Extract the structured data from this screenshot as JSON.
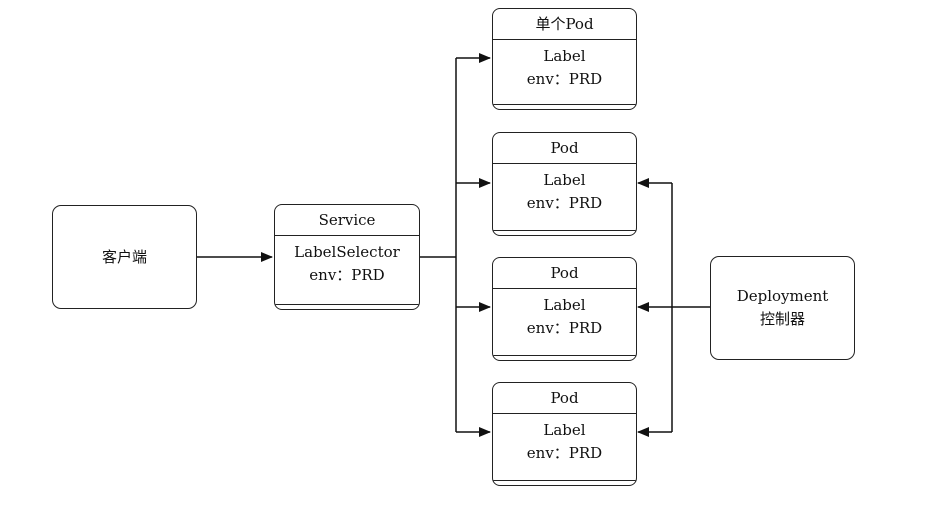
{
  "client": {
    "label": "客户端"
  },
  "service": {
    "title": "Service",
    "line1": "LabelSelector",
    "line2": "env：PRD"
  },
  "pods": [
    {
      "title": "单个Pod",
      "line1": "Label",
      "line2": "env：PRD"
    },
    {
      "title": "Pod",
      "line1": "Label",
      "line2": "env：PRD"
    },
    {
      "title": "Pod",
      "line1": "Label",
      "line2": "env：PRD"
    },
    {
      "title": "Pod",
      "line1": "Label",
      "line2": "env：PRD"
    }
  ],
  "deployment": {
    "line1": "Deployment",
    "line2": "控制器"
  }
}
